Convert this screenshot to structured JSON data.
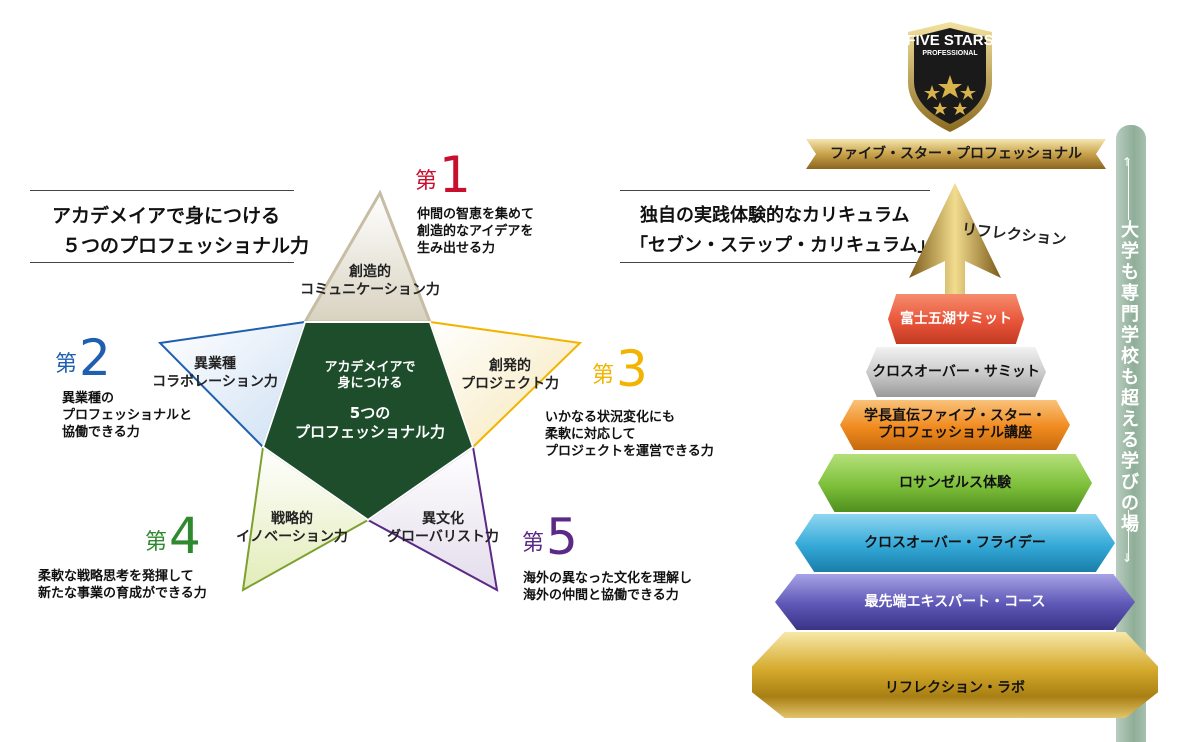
{
  "left": {
    "heading_line1": "アカデメイアで身につける",
    "heading_line2": "５つのプロフェッショナル力",
    "center_label_1": "アカデメイアで\n身につける",
    "center_label_2": "5つの\nプロフェッショナル力",
    "dai": "第",
    "items": [
      {
        "num": "1",
        "point_label": "創造的\nコミュニケーション力",
        "desc": "仲間の智恵を集めて\n創造的なアイデアを\n生み出せる力",
        "color": "#c8102e"
      },
      {
        "num": "2",
        "point_label": "異業種\nコラボレーション力",
        "desc": "異業種の\nプロフェッショナルと\n協働できる力",
        "color": "#1f5fb0"
      },
      {
        "num": "3",
        "point_label": "創発的\nプロジェクト力",
        "desc": "いかなる状況変化にも\n柔軟に対応して\nプロジェクトを運営できる力",
        "color": "#f2b400"
      },
      {
        "num": "4",
        "point_label": "戦略的\nイノベーション力",
        "desc": "柔軟な戦略思考を発揮して\n新たな事業の育成ができる力",
        "color": "#2f8a2f"
      },
      {
        "num": "5",
        "point_label": "異文化\nグローバリスト力",
        "desc": "海外の異なった文化を理解し\n海外の仲間と協働できる力",
        "color": "#5b2a86"
      }
    ]
  },
  "right": {
    "heading_line1": "独自の実践体験的なカリキュラム",
    "heading_line2": "「セブン・ステップ・カリキュラム」",
    "badge_line1": "FIVE STARS",
    "badge_line2": "PROFESSIONAL",
    "banner": "ファイブ・スター・プロフェッショナル",
    "arrow_label": "リフレクション",
    "vertical_text": "大学も専門学校も超える学びの場",
    "steps": [
      {
        "label": "富士五湖サミット",
        "color": "#e8553a"
      },
      {
        "label": "クロスオーバー・サミット",
        "color": "#c8c8c8"
      },
      {
        "label": "学長直伝ファイブ・スター・\nプロフェッショナル講座",
        "color": "#f08a1e"
      },
      {
        "label": "ロサンゼルス体験",
        "color": "#7dbf3a"
      },
      {
        "label": "クロスオーバー・フライデー",
        "color": "#34a9d8"
      },
      {
        "label": "最先端エキスパート・コース",
        "color": "#5d56b5"
      },
      {
        "label": "リフレクション・ラボ",
        "color": "#d4a82a"
      }
    ]
  }
}
